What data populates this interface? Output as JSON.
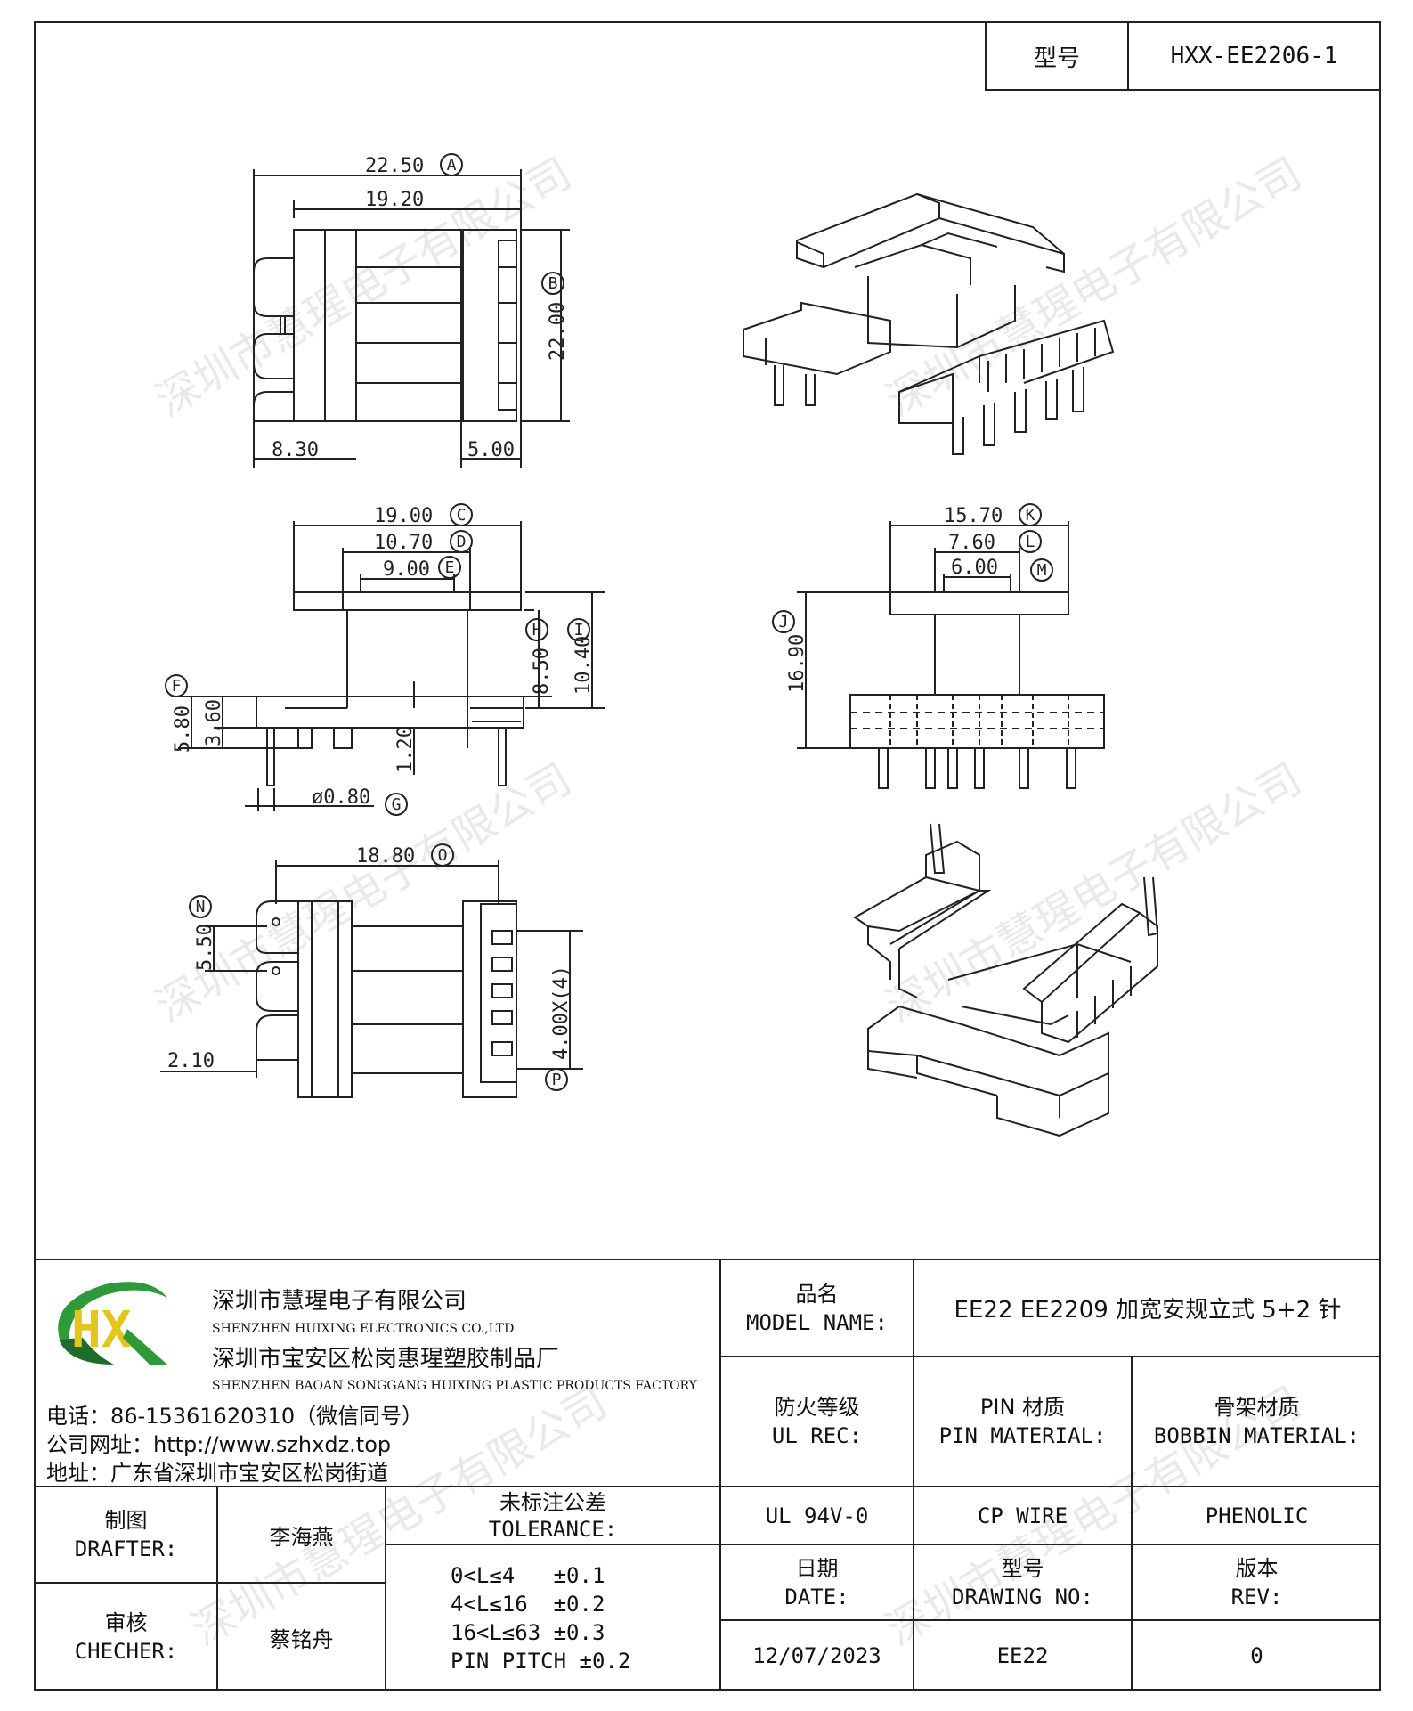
{
  "header": {
    "model_label": "型号",
    "model_value": "HXX-EE2206-1"
  },
  "dims": {
    "A": "22.50",
    "top_inner": "19.20",
    "B": "22.00",
    "bottom_left": "8.30",
    "bottom_right": "5.00",
    "C": "19.00",
    "D": "10.70",
    "E": "9.00",
    "H": "8.50",
    "I": "10.40",
    "F": "5.80",
    "f_inner": "3.60",
    "gap": "1.20",
    "G": "ø0.80",
    "K": "15.70",
    "L": "7.60",
    "M": "6.00",
    "J": "16.90",
    "O": "18.80",
    "N": "5.50",
    "side": "2.10",
    "P": "4.00X(4)"
  },
  "circles": [
    "A",
    "B",
    "C",
    "D",
    "E",
    "F",
    "G",
    "H",
    "I",
    "J",
    "K",
    "L",
    "M",
    "N",
    "O",
    "P"
  ],
  "company": {
    "name_cn": "深圳市慧瑆电子有限公司",
    "name_en": "SHENZHEN HUIXING ELECTRONICS CO.,LTD",
    "factory_cn": "深圳市宝安区松岗惠瑆塑胶制品厂",
    "factory_en": "SHENZHEN BAOAN SONGGANG HUIXING PLASTIC PRODUCTS FACTORY",
    "phone": "电话：86-15361620310（微信同号）",
    "web": "公司网址：http://www.szhxdz.top",
    "address": "地址：广东省深圳市宝安区松岗街道",
    "logo_text": "HX",
    "logo_colors": {
      "green": "#2e9a3a",
      "yellow": "#e3c51d",
      "dark": "#1f6b2b"
    }
  },
  "title_block": {
    "model_name_cn": "品名",
    "model_name_en": "MODEL NAME:",
    "model_name_value": "EE22 EE2209 加宽安规立式 5+2 针",
    "ul_cn": "防火等级",
    "ul_en": "UL REC:",
    "pin_cn": "PIN 材质",
    "pin_en": "PIN MATERIAL:",
    "bobbin_cn": "骨架材质",
    "bobbin_en": "BOBBIN MATERIAL:",
    "ul_value": "UL 94V-0",
    "pin_value": "CP WIRE",
    "bobbin_value": "PHENOLIC",
    "drafter_cn": "制图",
    "drafter_en": "DRAFTER:",
    "drafter_value": "李海燕",
    "checker_cn": "审核",
    "checker_en": "CHECHER:",
    "checker_value": "蔡铭舟",
    "tol_cn": "未标注公差",
    "tol_en": "TOLERANCE:",
    "tol_lines": [
      "0<L≤4   ±0.1",
      "4<L≤16  ±0.2",
      "16<L≤63 ±0.3",
      "PIN PITCH ±0.2"
    ],
    "date_cn": "日期",
    "date_en": "DATE:",
    "date_value": "12/07/2023",
    "drawing_cn": "型号",
    "drawing_en": "DRAWING NO:",
    "drawing_value": "EE22",
    "rev_cn": "版本",
    "rev_en": "REV:",
    "rev_value": "0"
  },
  "watermark": "深圳市慧瑆电子有限公司"
}
